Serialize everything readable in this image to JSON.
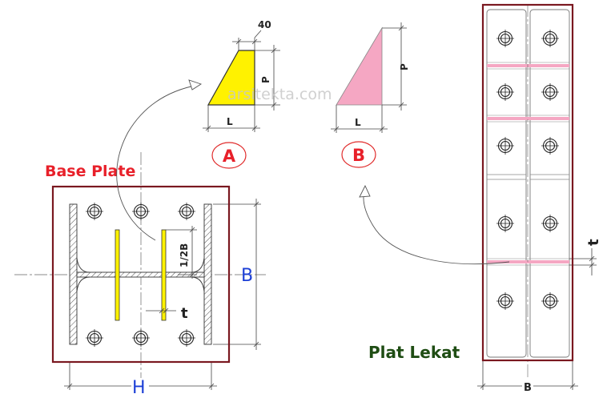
{
  "labels": {
    "base_plate": "Base Plate",
    "plat_lekat": "Plat Lekat",
    "watermark": "arsitekta.com",
    "gusset_a": "A",
    "gusset_b": "B",
    "dim_40": "40",
    "dim_p": "P",
    "dim_l": "L",
    "dim_b": "B",
    "dim_h": "H",
    "dim_half_b": "1/2B",
    "dim_t": "t"
  },
  "colors": {
    "frame": "#7a1820",
    "base_plate_text": "#e8202a",
    "plat_lekat_text": "#1f4d14",
    "dim_blue": "#1c3fd6",
    "gusset_a": "#fff200",
    "gusset_b": "#f5a7c3",
    "circle_red": "#e02a2a",
    "stiffener_pink": "#f5a7c3"
  },
  "icons": [
    "bolt-icon",
    "curved-arrow-icon"
  ]
}
